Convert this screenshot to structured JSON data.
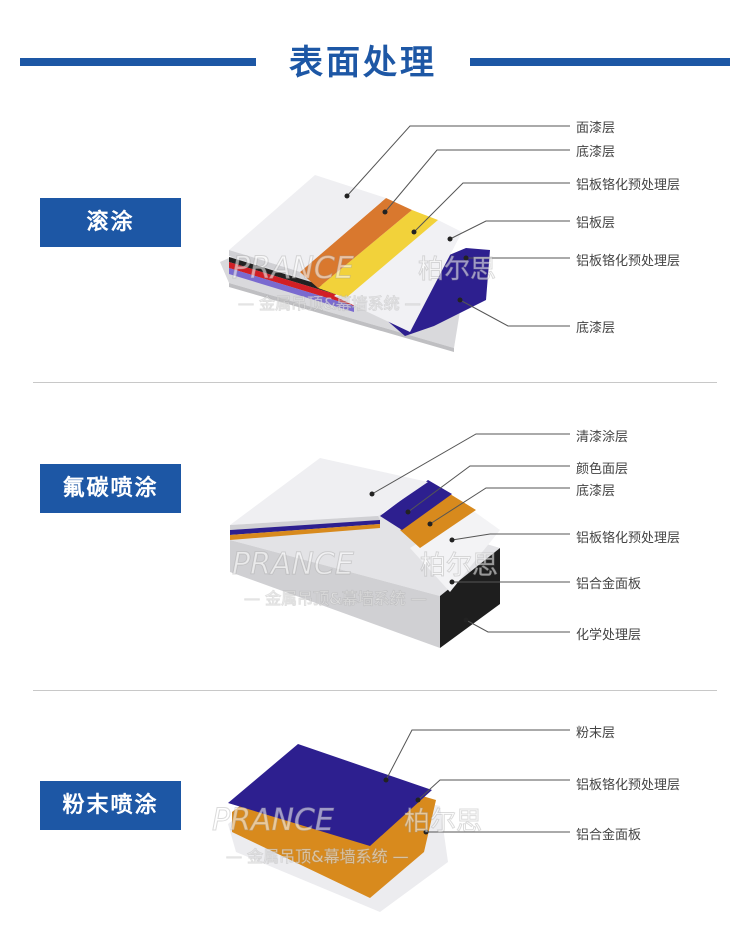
{
  "page_title": "表面处理",
  "sections": [
    {
      "label": "滚涂",
      "layers": [
        "面漆层",
        "底漆层",
        "铝板铬化预处理层",
        "铝板层",
        "铝板铬化预处理层",
        "底漆层"
      ]
    },
    {
      "label": "氟碳喷涂",
      "layers": [
        "清漆涂层",
        "颜色面层",
        "底漆层",
        "铝板铬化预处理层",
        "铝合金面板",
        "化学处理层"
      ]
    },
    {
      "label": "粉末喷涂",
      "layers": [
        "粉末层",
        "铝板铬化预处理层",
        "铝合金面板"
      ]
    }
  ],
  "watermark": {
    "brand": "PRANCE",
    "brand_cn": "柏尔思",
    "slogan": "— 金属吊顶&幕墙系统 —"
  },
  "colors": {
    "accent": "#1d57a5",
    "orange": "#d9782e",
    "yellow": "#f2d23a",
    "purple": "#2d1f8f",
    "amber": "#d88a1d"
  }
}
